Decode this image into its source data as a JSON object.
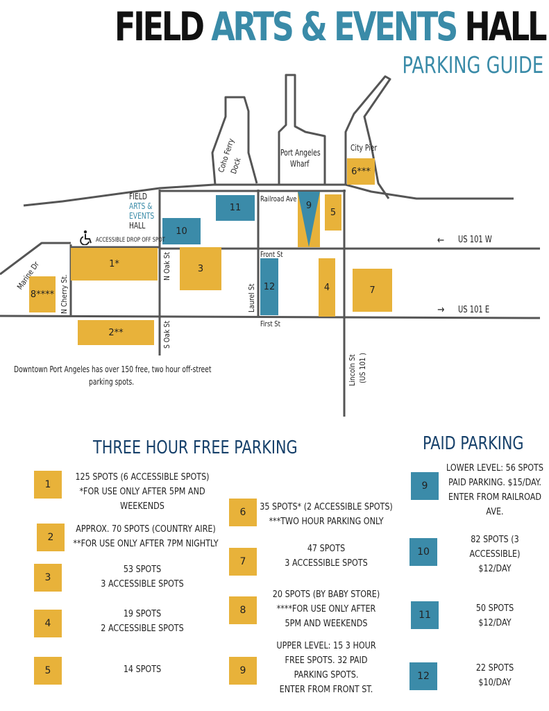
{
  "title": {
    "w1": "FIELD",
    "w2": "ARTS & EVENTS",
    "w3": "HALL",
    "subtitle": "PARKING GUIDE"
  },
  "colors": {
    "free": "#e8b23a",
    "paid": "#3b8ba9",
    "accent": "#3a8ba8",
    "heading": "#16406a"
  },
  "map": {
    "venue": {
      "l1": "FIELD",
      "l2": "ARTS &",
      "l3": "EVENTS",
      "l4": "HALL"
    },
    "icon": "wheelchair-icon",
    "accessible_drop": "ACCESSIBLE DROP OFF SPOT",
    "places": {
      "coho": "Coho Ferry",
      "dock": "Dock",
      "paw": "Port Angeles",
      "wharf": "Wharf",
      "pier": "City Pier"
    },
    "streets": {
      "railroad": "Railroad Ave",
      "front": "Front St",
      "first": "First St",
      "laurel": "Laurel St",
      "noak": "N Oak St",
      "soak": "S Oak St",
      "ncherry": "N Cherry St.",
      "marine": "Marine Dr",
      "lincoln": "Lincoln St",
      "lincoln2": "(US 101 )",
      "us101w": "US 101 W",
      "us101e": "US 101 E"
    },
    "arrows": {
      "left": "←",
      "right": "→"
    },
    "lots": {
      "l1": "1*",
      "l2": "2**",
      "l3": "3",
      "l4": "4",
      "l5": "5",
      "l6": "6***",
      "l7": "7",
      "l8": "8****",
      "l9": "9",
      "l10": "10",
      "l11": "11",
      "l12": "12"
    },
    "note": {
      "line1": "Downtown Port Angeles has over 150 free, two hour off-street",
      "line2": "parking spots."
    }
  },
  "free": {
    "heading": "THREE HOUR FREE PARKING",
    "items": [
      {
        "num": "1",
        "lines": [
          "125 SPOTS  (6 ACCESSIBLE SPOTS)",
          "*FOR USE ONLY AFTER 5PM AND",
          "WEEKENDS"
        ]
      },
      {
        "num": "2",
        "lines": [
          "APPROX. 70 SPOTS (COUNTRY AIRE)",
          "**FOR USE ONLY AFTER 7PM NIGHTLY"
        ]
      },
      {
        "num": "3",
        "lines": [
          "53 SPOTS",
          "3 ACCESSIBLE SPOTS"
        ]
      },
      {
        "num": "4",
        "lines": [
          "19 SPOTS",
          "2 ACCESSIBLE SPOTS"
        ]
      },
      {
        "num": "5",
        "lines": [
          "14 SPOTS"
        ]
      },
      {
        "num": "6",
        "lines": [
          "35 SPOTS* (2 ACCESSIBLE SPOTS)",
          "***TWO HOUR PARKING ONLY"
        ]
      },
      {
        "num": "7",
        "lines": [
          "47 SPOTS",
          "3 ACCESSIBLE SPOTS"
        ]
      },
      {
        "num": "8",
        "lines": [
          "20 SPOTS (BY BABY STORE)",
          "****FOR USE ONLY AFTER",
          "5PM AND WEEKENDS"
        ]
      },
      {
        "num": "9",
        "lines": [
          "UPPER LEVEL: 15 3 HOUR",
          "FREE SPOTS. 32 PAID",
          "PARKING SPOTS.",
          "ENTER FROM FRONT ST."
        ]
      }
    ]
  },
  "paid": {
    "heading": "PAID PARKING",
    "items": [
      {
        "num": "9",
        "lines": [
          "LOWER LEVEL: 56 SPOTS",
          "PAID PARKING. $15/DAY.",
          "ENTER FROM RAILROAD",
          "AVE."
        ]
      },
      {
        "num": "10",
        "lines": [
          "82 SPOTS (3",
          "ACCESSIBLE)",
          "$12/DAY"
        ]
      },
      {
        "num": "11",
        "lines": [
          "50 SPOTS",
          "$12/DAY"
        ]
      },
      {
        "num": "12",
        "lines": [
          "22 SPOTS",
          "$10/DAY"
        ]
      }
    ]
  }
}
